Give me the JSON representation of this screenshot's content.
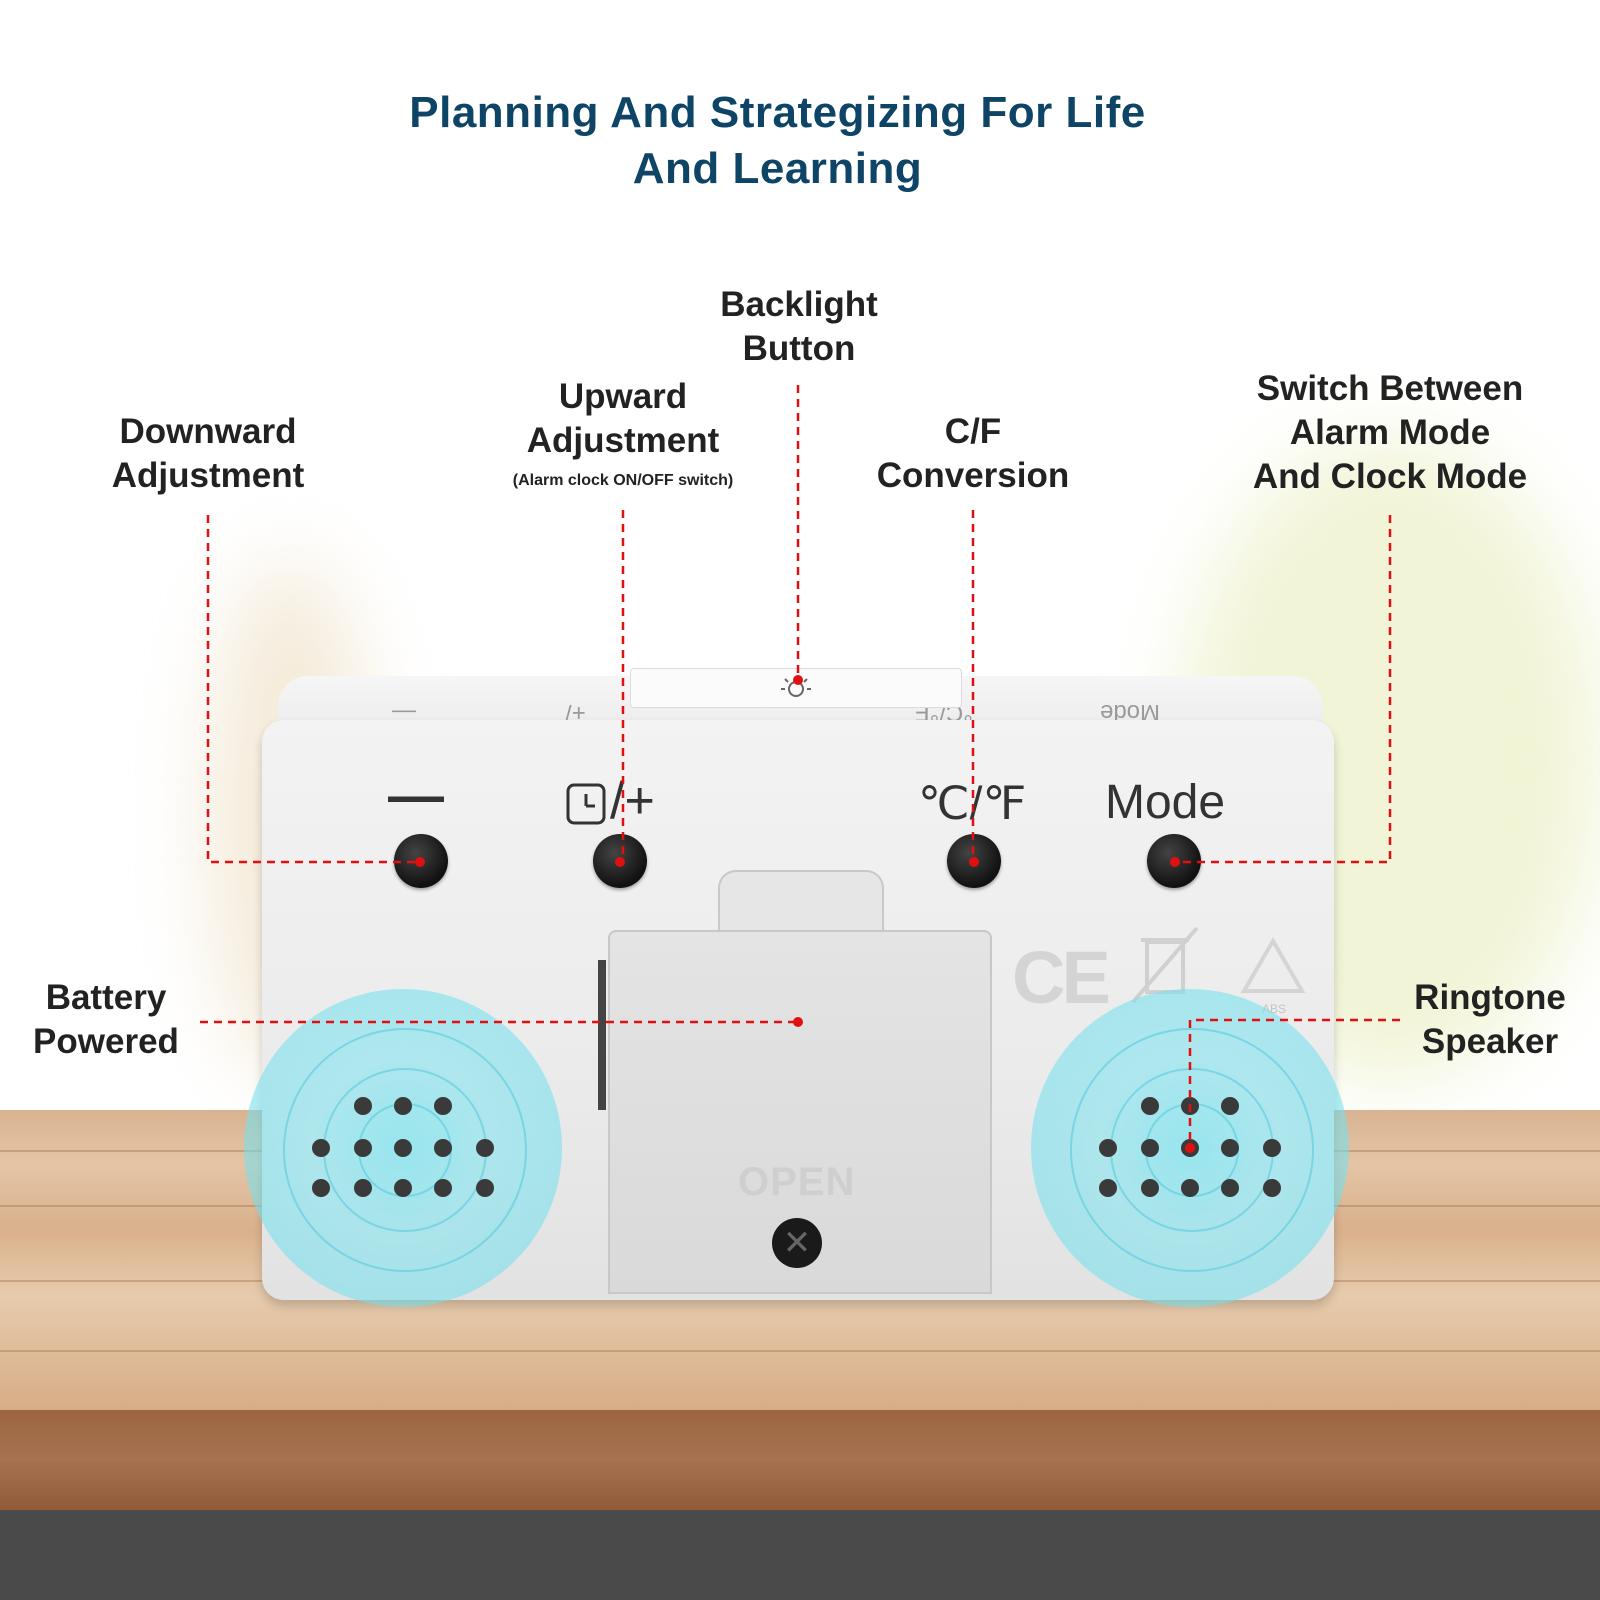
{
  "title": {
    "line1": "Planning And Strategizing For Life",
    "line2": "And Learning"
  },
  "callouts": {
    "downward": {
      "line1": "Downward",
      "line2": "Adjustment"
    },
    "upward": {
      "line1": "Upward",
      "line2": "Adjustment",
      "note": "(Alarm clock ON/OFF switch)"
    },
    "backlight": {
      "line1": "Backlight",
      "line2": "Button"
    },
    "cf": {
      "line1": "C/F",
      "line2": "Conversion"
    },
    "mode": {
      "line1": "Switch Between",
      "line2": "Alarm Mode",
      "line3": "And Clock Mode"
    },
    "battery": {
      "line1": "Battery",
      "line2": "Powered"
    },
    "speaker": {
      "line1": "Ringtone",
      "line2": "Speaker"
    }
  },
  "clock": {
    "minus_label": "—",
    "alarm_plus_label": "/+",
    "cf_label": "℃/℉",
    "mode_label": "Mode",
    "top_labels": {
      "minus": "—",
      "alarm_plus": "+/",
      "cf": "°C/°F",
      "mode": "Mode"
    },
    "cover_label": "OPEN",
    "screw_mark": "✕",
    "cert": {
      "ce": "CE",
      "material": "ABS"
    }
  },
  "colors": {
    "title": "#0e4466",
    "callout_line": "#e01010",
    "speaker_glow": "#7de4f0",
    "table": "#d9b18c"
  }
}
